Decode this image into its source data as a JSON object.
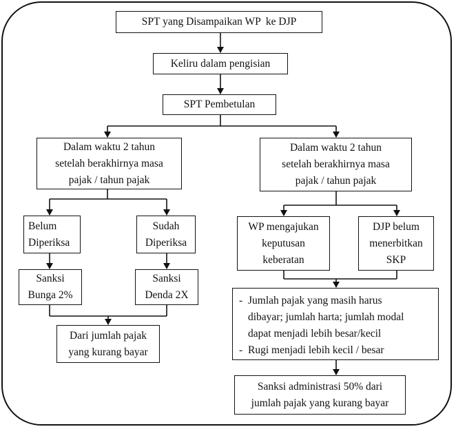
{
  "nodes": {
    "spt_submitted": "SPT yang Disampaikan WP  ke DJP",
    "keliru": "Keliru dalam pengisian",
    "spt_pembetulan": "SPT Pembetulan",
    "left_period": [
      "Dalam waktu 2 tahun",
      "setelah berakhirnya masa",
      "pajak / tahun pajak"
    ],
    "right_period": [
      "Dalam waktu 2 tahun",
      "setelah berakhirnya masa",
      "pajak / tahun pajak"
    ],
    "belum_diperiksa": [
      "Belum",
      "Diperiksa"
    ],
    "sudah_diperiksa": [
      "Sudah",
      "Diperiksa"
    ],
    "sanksi_bunga": [
      "Sanksi",
      "Bunga 2%"
    ],
    "sanksi_denda": [
      "Sanksi",
      "Denda 2X"
    ],
    "dari_jumlah": [
      "Dari jumlah pajak",
      "yang kurang bayar"
    ],
    "wp_keberatan": [
      "WP mengajukan",
      "keputusan",
      "keberatan"
    ],
    "djp_belum": [
      "DJP belum",
      "menerbitkan",
      "SKP"
    ],
    "jumlah_list": {
      "bullet": "-",
      "item1": [
        "Jumlah pajak yang masih harus",
        "dibayar; jumlah harta; jumlah modal",
        "dapat menjadi lebih besar/kecil"
      ],
      "item2": "Rugi menjadi lebih kecil / besar"
    },
    "sanksi_admin": [
      "Sanksi administrasi 50% dari",
      "jumlah pajak yang kurang bayar"
    ]
  }
}
